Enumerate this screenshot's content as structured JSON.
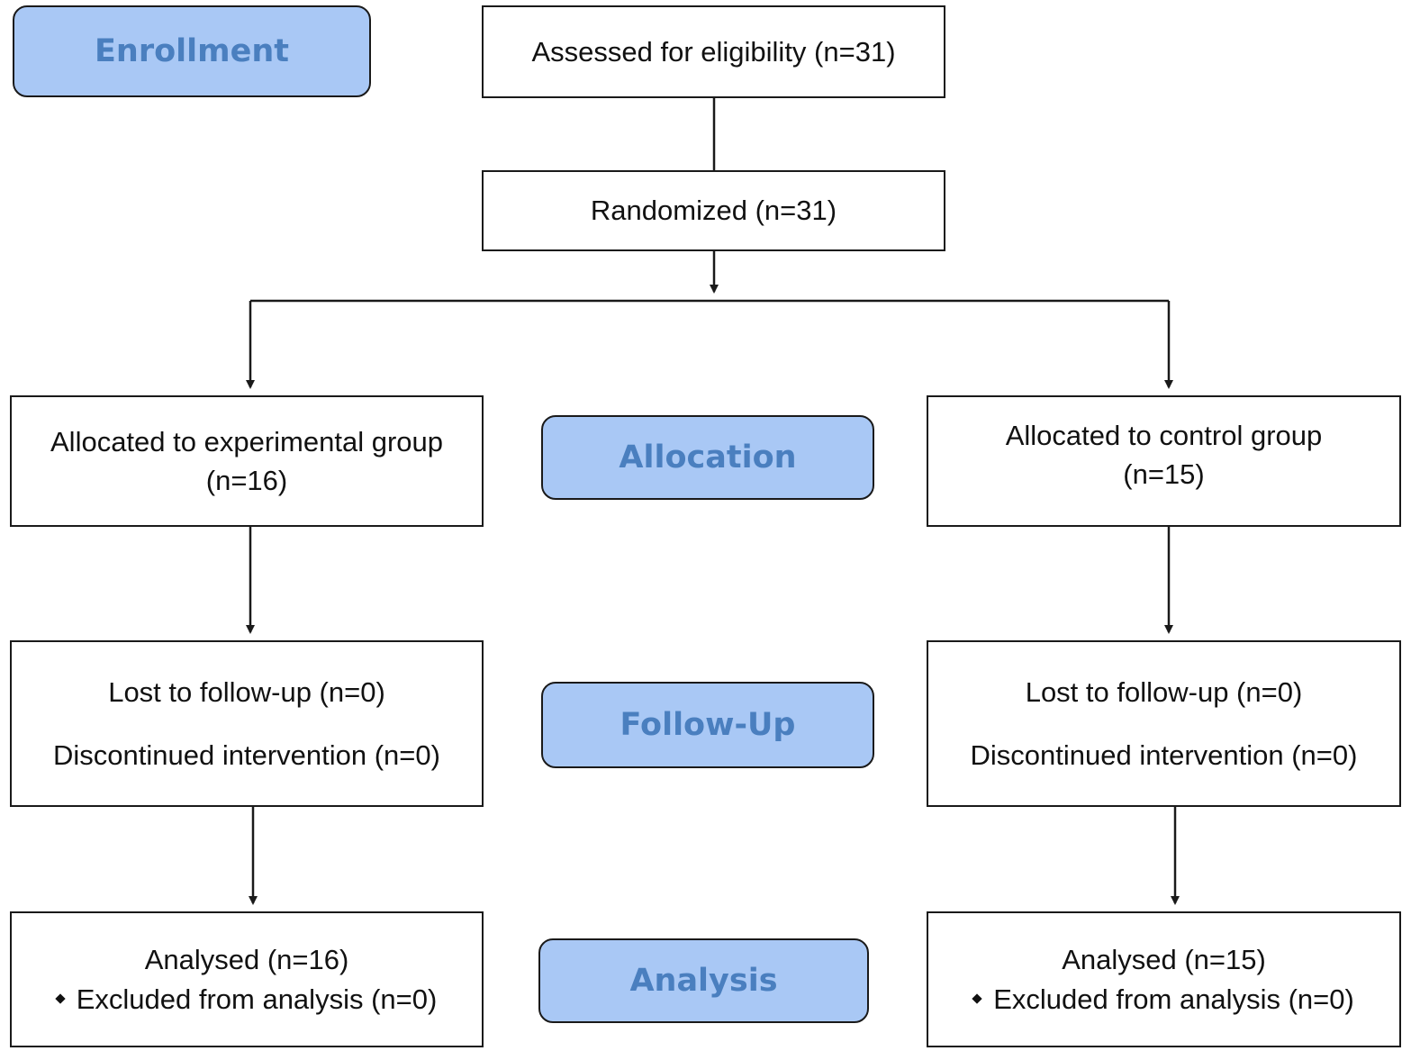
{
  "stages": {
    "enrollment": "Enrollment",
    "allocation": "Allocation",
    "follow_up": "Follow-Up",
    "analysis": "Analysis"
  },
  "enrollment": {
    "assessed": "Assessed for eligibility (n=31)",
    "randomized": "Randomized (n=31)"
  },
  "experimental": {
    "allocated_line1": "Allocated to experimental group",
    "allocated_line2": "(n=16)",
    "lost": "Lost to follow-up (n=0)",
    "discontinued": "Discontinued intervention (n=0)",
    "analysed": "Analysed (n=16)",
    "excluded": "Excluded from analysis (n=0)"
  },
  "control": {
    "allocated_line1": "Allocated to control group",
    "allocated_line2": "(n=15)",
    "lost": "Lost to follow-up (n=0)",
    "discontinued": "Discontinued intervention (n=0)",
    "analysed": "Analysed (n=15)",
    "excluded": "Excluded from analysis (n=0)"
  },
  "colors": {
    "stage_fill": "#a9c8f5",
    "stage_text": "#4a7fbf",
    "line": "#1a1a1a"
  }
}
